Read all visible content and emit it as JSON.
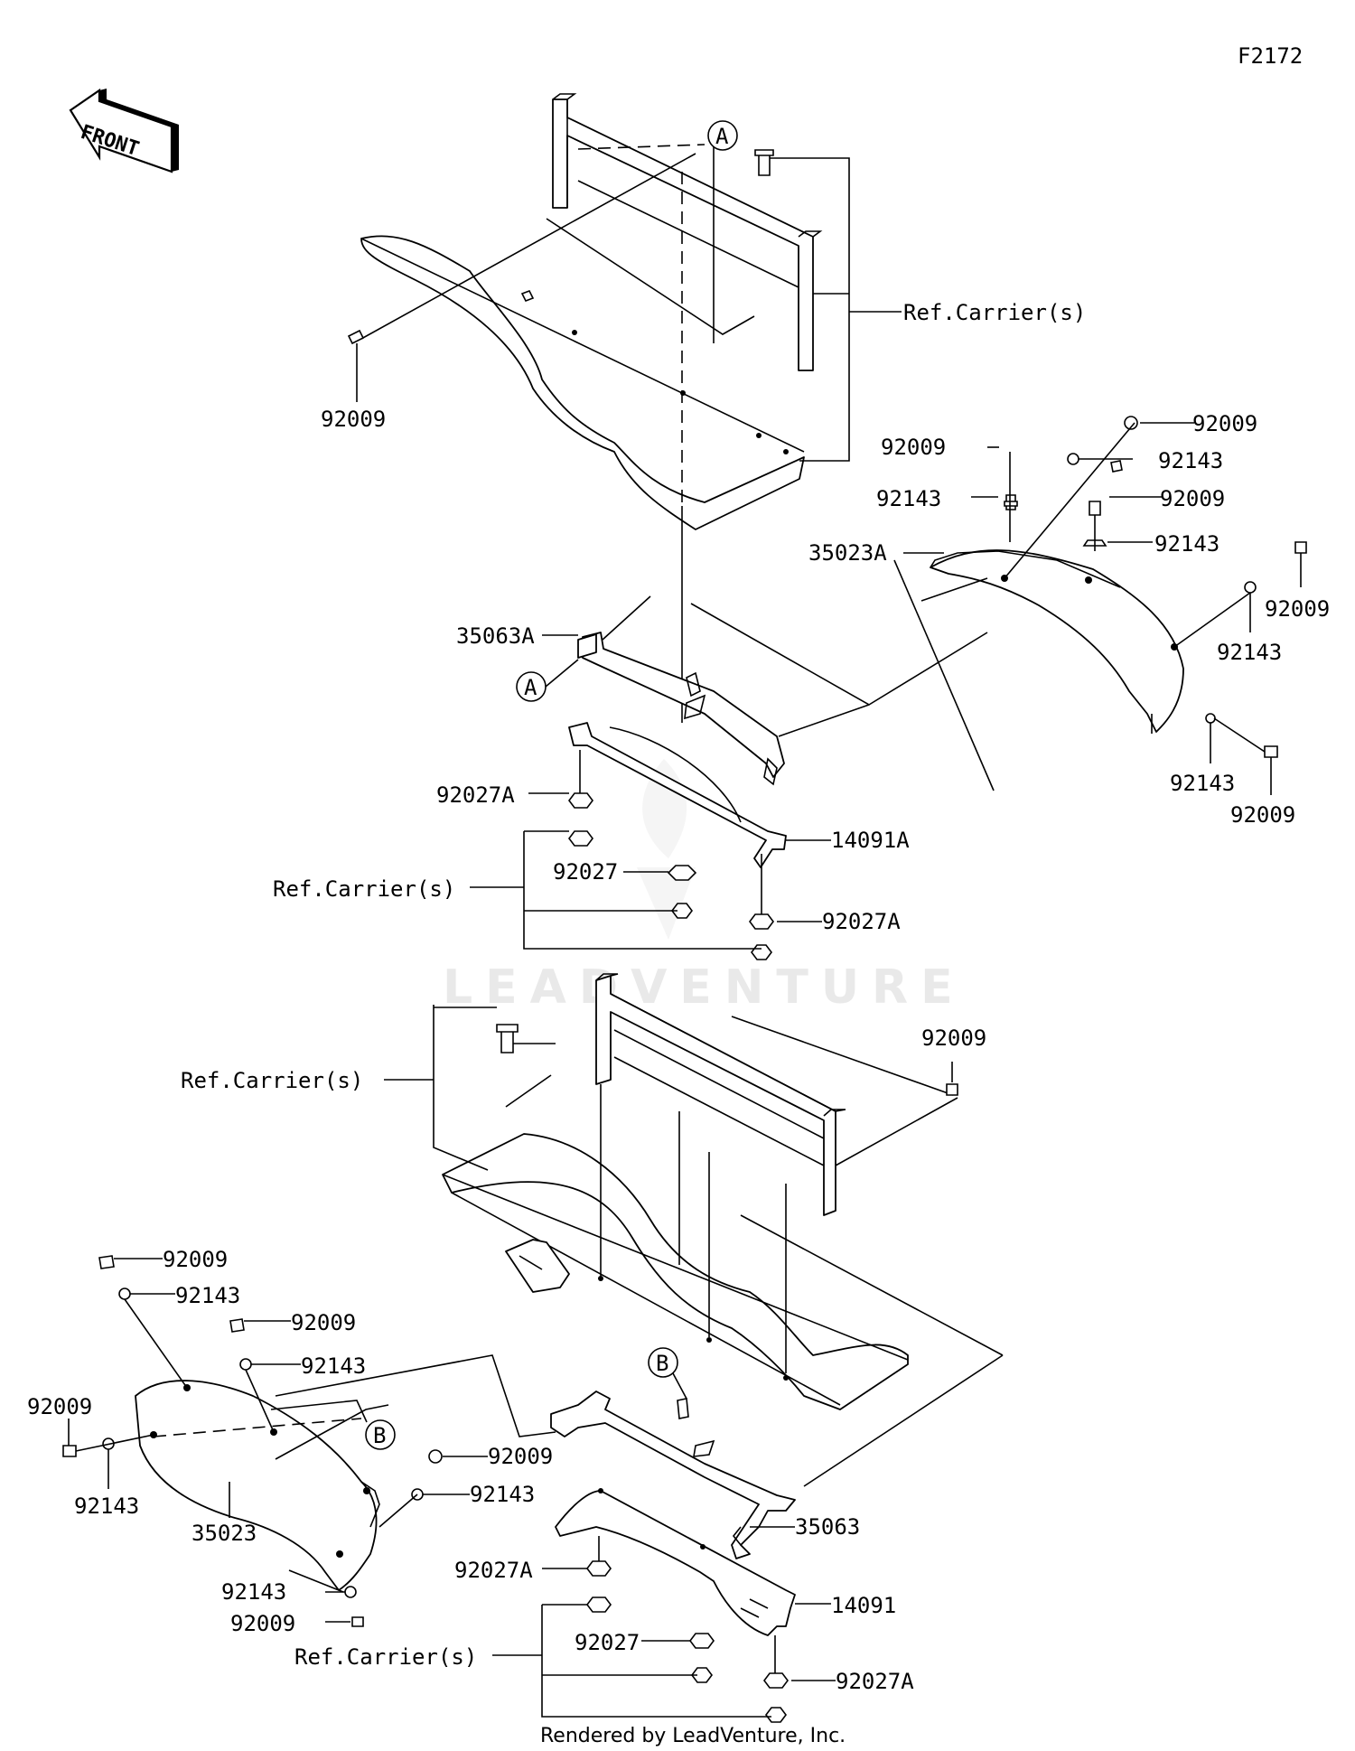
{
  "diagram_id": "F2172",
  "front_label": "FRONT",
  "footer": "Rendered by LeadVenture, Inc.",
  "watermark": "LEADVENTURE",
  "callouts": {
    "a_top": "A",
    "a_mid": "B",
    "a_lower": "A",
    "b_right": "B"
  },
  "labels": {
    "p1": "Ref.Carrier(s)",
    "p2": "92009",
    "p3": "92009",
    "p4": "92009",
    "p5": "92143",
    "p6": "92143",
    "p7": "92009",
    "p8": "35023A",
    "p9": "92143",
    "p10": "92009",
    "p11": "92143",
    "p12": "35063A",
    "p13": "92143",
    "p14": "92009",
    "p15": "92027A",
    "p16": "14091A",
    "p17": "Ref.Carrier(s)",
    "p18": "92027",
    "p19": "92027A",
    "p20": "92009",
    "p21": "Ref.Carrier(s)",
    "p22": "92009",
    "p23": "92143",
    "p24": "92009",
    "p25": "92143",
    "p26": "92009",
    "p27": "92143",
    "p28": "35023",
    "p29": "92009",
    "p30": "92143",
    "p31": "35063",
    "p32": "92143",
    "p33": "92009",
    "p34": "92027A",
    "p35": "14091",
    "p36": "Ref.Carrier(s)",
    "p37": "92027",
    "p38": "92027A"
  }
}
